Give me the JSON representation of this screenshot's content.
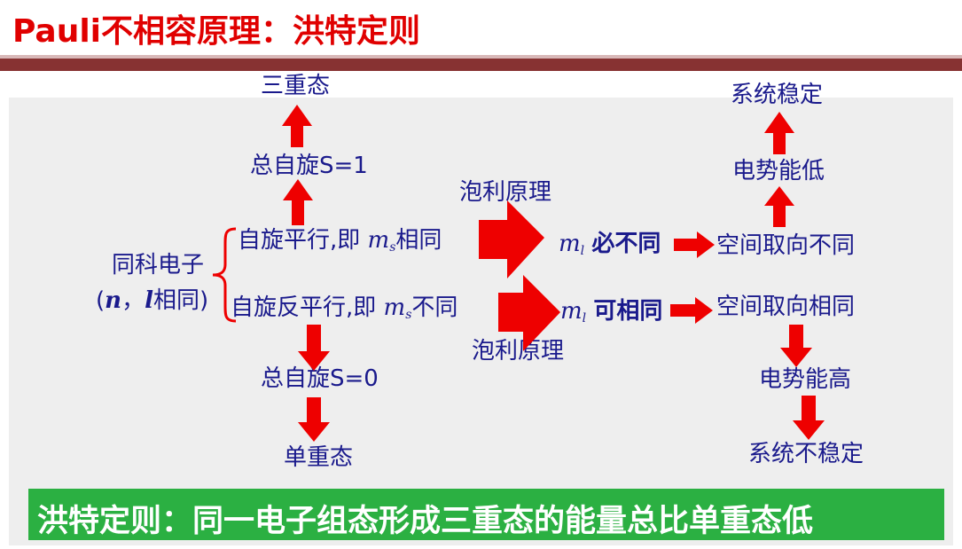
{
  "title": "Pauli不相容原理：洪特定则",
  "nodes": {
    "triplet": "三重态",
    "total_spin_1": "总自旋S=1",
    "parallel_prefix": "自旋平行,即 ",
    "ms_symbol": "m",
    "ms_sub": "s",
    "parallel_suffix": "相同",
    "same_electron_line1": "同科电子",
    "same_electron_line2_n": "n",
    "same_electron_line2_sep": "，",
    "same_electron_line2_l": "l",
    "same_electron_line2_suffix": "相同)",
    "same_electron_line2_open": "(",
    "antiparallel_prefix": "自旋反平行,即 ",
    "antiparallel_suffix": "不同",
    "total_spin_0": "总自旋S=0",
    "singlet": "单重态",
    "pauli_top": "泡利原理",
    "pauli_bottom": "泡利原理",
    "ml_symbol": "m",
    "ml_sub": "l",
    "must_differ": "必不同",
    "may_same": "可相同",
    "orient_diff": "空间取向不同",
    "orient_same": "空间取向相同",
    "energy_low": "电势能低",
    "stable": "系统稳定",
    "energy_high": "电势能高",
    "unstable": "系统不稳定"
  },
  "banner": "洪特定则：同一电子组态形成三重态的能量总比单重态低",
  "colors": {
    "title": "#e00000",
    "band": "#873232",
    "panel": "#eeeeee",
    "text": "#1a1a8c",
    "arrow": "#ee0000",
    "banner": "#2bb042"
  }
}
